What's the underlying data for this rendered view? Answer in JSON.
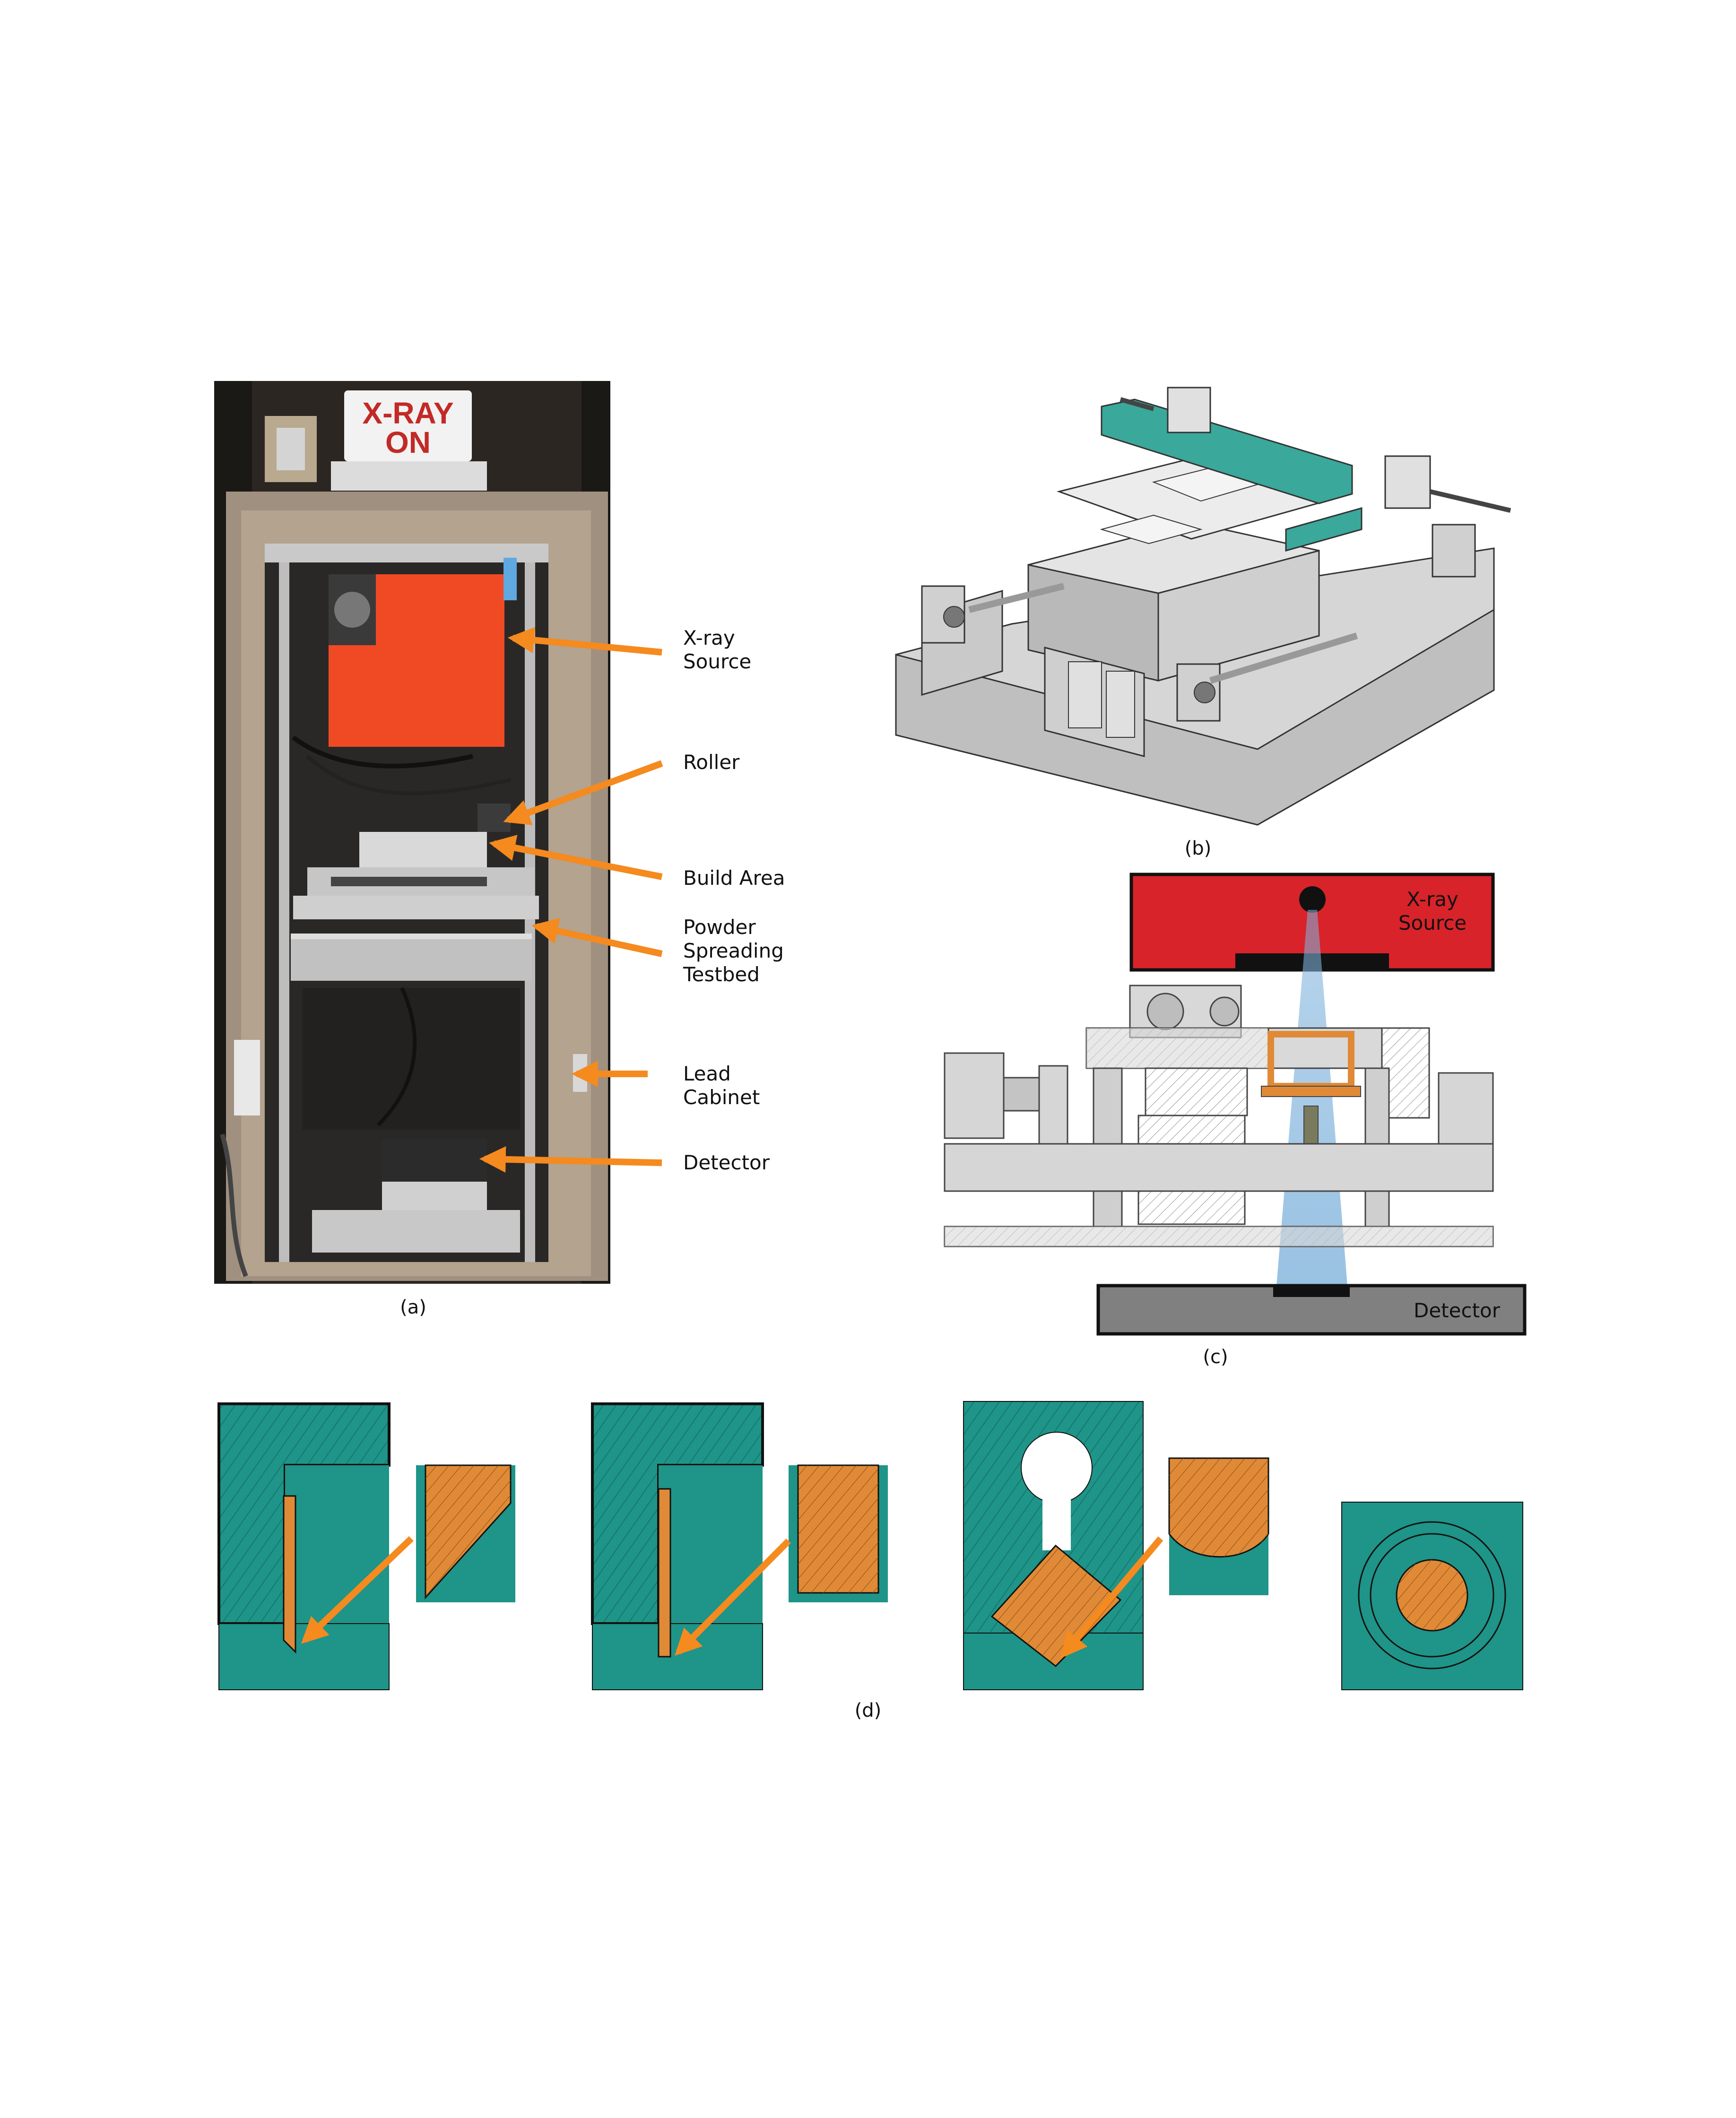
{
  "panel_a": {
    "sign_line1": "X-RAY",
    "sign_line2": "ON",
    "labels": [
      {
        "line1": "X-ray",
        "line2": "Source"
      },
      {
        "line1": "Roller",
        "line2": ""
      },
      {
        "line1": "Build Area",
        "line2": ""
      },
      {
        "line1": "Powder",
        "line2": "Spreading",
        "line3": "Testbed"
      },
      {
        "line1": "Lead",
        "line2": "Cabinet"
      },
      {
        "line1": "Detector",
        "line2": ""
      }
    ],
    "caption": "(a)"
  },
  "panel_b": {
    "caption": "(b)"
  },
  "panel_c": {
    "source_line1": "X-ray",
    "source_line2": "Source",
    "detector": "Detector",
    "caption": "(c)"
  },
  "panel_d": {
    "caption": "(d)"
  },
  "colors": {
    "arrow": "#f58a1f",
    "teal": "#1f9488",
    "teal_dark": "#17827a",
    "orange": "#e08a37",
    "source_red": "#d8232a",
    "detector_gray": "#808080",
    "beam": "#7fb2dc"
  }
}
